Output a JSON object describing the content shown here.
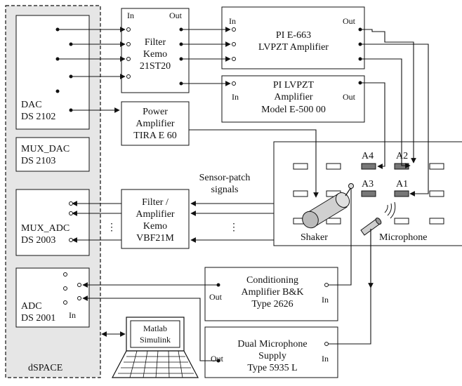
{
  "colors": {
    "line": "#111111",
    "panel": "#e6e6e6",
    "box": "#ffffff",
    "accent": "#777777"
  },
  "dspace": {
    "label": "dSPACE",
    "dac_line1": "DAC",
    "dac_line2": "DS 2102",
    "mux_dac_line1": "MUX_DAC",
    "mux_dac_line2": "DS 2103",
    "mux_adc_line1": "MUX_ADC",
    "mux_adc_line2": "DS 2003",
    "adc_line1": "ADC",
    "adc_line2": "DS 2001",
    "adc_in": "In"
  },
  "filter_kemo": {
    "in": "In",
    "out": "Out",
    "line1": "Filter",
    "line2": "Kemo",
    "line3": "21ST20"
  },
  "pi_e663": {
    "in": "In",
    "out": "Out",
    "line1": "PI   E-663",
    "line2": "LVPZT Amplifier"
  },
  "pi_e500": {
    "in": "In",
    "out": "Out",
    "line1": "PI  LVPZT",
    "line2": "Amplifier",
    "line3": "Model E-500 00"
  },
  "power_amp": {
    "line1": "Power",
    "line2": "Amplifier",
    "line3": "TIRA E 60"
  },
  "filter_amp": {
    "line1": "Filter /",
    "line2": "Amplifier",
    "line3": "Kemo",
    "line4": "VBF21M"
  },
  "sensor_label": {
    "line1": "Sensor-patch",
    "line2": "signals"
  },
  "plate": {
    "actuators": [
      "A4",
      "A2",
      "A3",
      "A1"
    ],
    "shaker": "Shaker",
    "microphone": "Microphone"
  },
  "conditioning": {
    "line1": "Conditioning",
    "line2": "Amplifier B&K",
    "line3": "Type 2626",
    "out": "Out",
    "in": "In"
  },
  "mic_supply": {
    "line1": "Dual Microphone",
    "line2": "Supply",
    "line3": "Type 5935 L",
    "out": "Out",
    "in": "In"
  },
  "laptop": {
    "line1": "Matlab",
    "line2": "Simulink"
  },
  "ellipsis": "⋮"
}
